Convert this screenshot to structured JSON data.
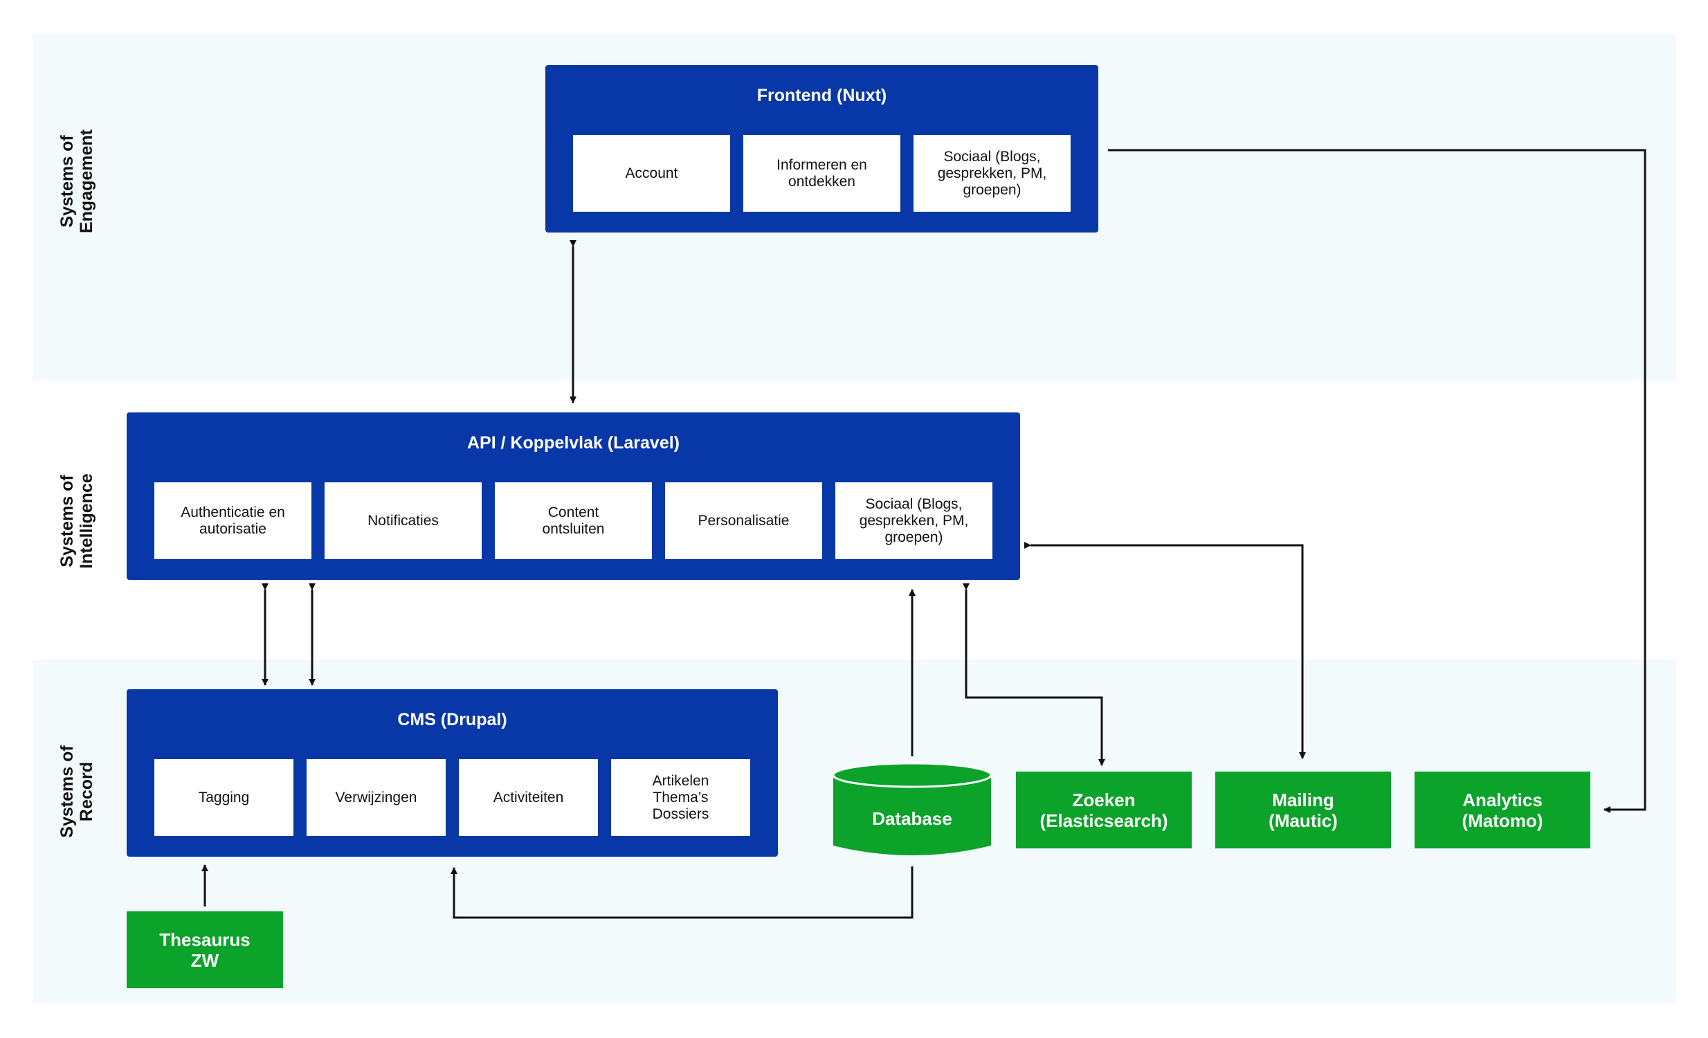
{
  "layers": [
    {
      "id": "engagement",
      "label_line1": "Systems of",
      "label_line2": "Engagement"
    },
    {
      "id": "intelligence",
      "label_line1": "Systems of",
      "label_line2": "Intelligence"
    },
    {
      "id": "record",
      "label_line1": "Systems of",
      "label_line2": "Record"
    }
  ],
  "frontend": {
    "title": "Frontend (Nuxt)",
    "modules": [
      "Account",
      "Informeren en\nontdekken",
      "Sociaal (Blogs,\ngesprekken, PM,\ngroepen)"
    ]
  },
  "api": {
    "title": "API / Koppelvlak (Laravel)",
    "modules": [
      "Authenticatie en\nautorisatie",
      "Notificaties",
      "Content\nontsluiten",
      "Personalisatie",
      "Sociaal (Blogs,\ngesprekken, PM,\ngroepen)"
    ]
  },
  "cms": {
    "title": "CMS (Drupal)",
    "modules": [
      "Tagging",
      "Verwijzingen",
      "Activiteiten",
      "Artikelen\nThema’s\nDossiers"
    ]
  },
  "services": {
    "database": "Database",
    "search": "Zoeken\n(Elasticsearch)",
    "mailing": "Mailing\n(Mautic)",
    "analytics": "Analytics\n(Matomo)",
    "thesaurus": "Thesaurus\nZW"
  },
  "colors": {
    "panel": "#0837a8",
    "service": "#0ba32a",
    "band": "#f3fafc",
    "line": "#111111"
  }
}
